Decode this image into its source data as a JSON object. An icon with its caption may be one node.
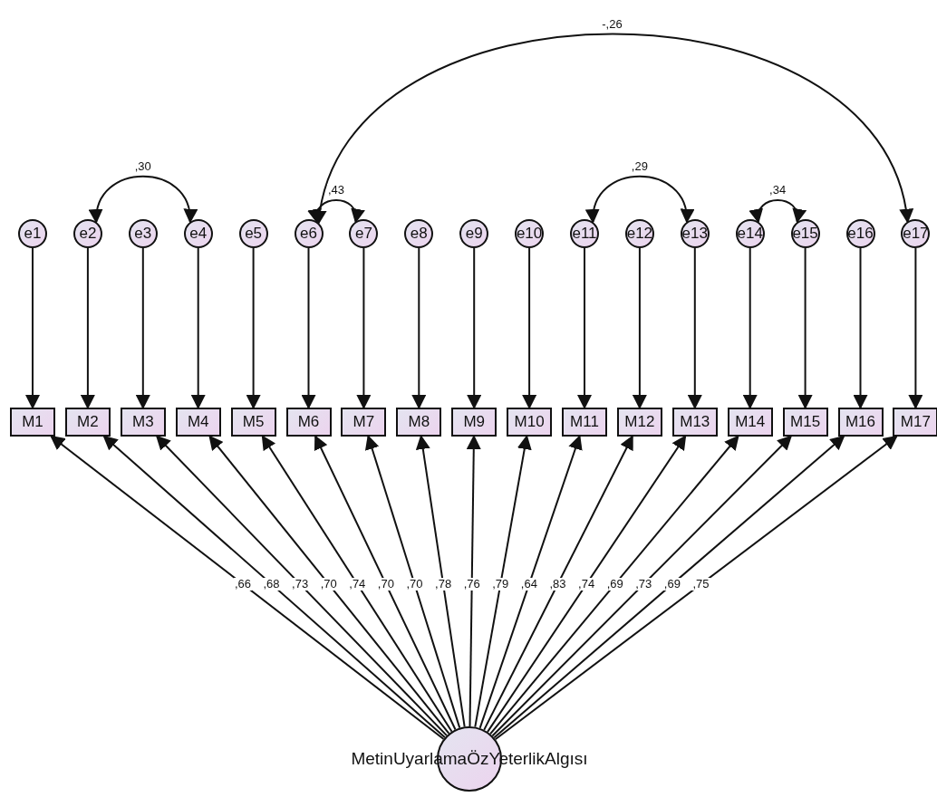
{
  "diagram": {
    "nodes": [
      {
        "text": [
          "e1"
        ]
      },
      {
        "text": [
          "e2"
        ]
      },
      {
        "text": [
          "e3"
        ]
      },
      {
        "text": [
          "e4"
        ]
      },
      {
        "text": [
          "e5"
        ]
      },
      {
        "text": [
          "e6"
        ]
      },
      {
        "text": [
          "e7"
        ]
      },
      {
        "text": [
          "e8"
        ]
      },
      {
        "text": [
          "e9"
        ]
      },
      {
        "text": [
          "e10"
        ]
      },
      {
        "text": [
          "e11"
        ]
      },
      {
        "text": [
          "e12"
        ]
      },
      {
        "text": [
          "e13"
        ]
      },
      {
        "text": [
          "e14"
        ]
      },
      {
        "text": [
          "e15"
        ]
      },
      {
        "text": [
          "e16"
        ]
      },
      {
        "text": [
          "e17"
        ]
      },
      {
        "text": [
          "M1"
        ]
      },
      {
        "text": [
          "M2"
        ]
      },
      {
        "text": [
          "M3"
        ]
      },
      {
        "text": [
          "M4"
        ]
      },
      {
        "text": [
          "M5"
        ]
      },
      {
        "text": [
          "M6"
        ]
      },
      {
        "text": [
          "M7"
        ]
      },
      {
        "text": [
          "M8"
        ]
      },
      {
        "text": [
          "M9"
        ]
      },
      {
        "text": [
          "M10"
        ]
      },
      {
        "text": [
          "M11"
        ]
      },
      {
        "text": [
          "M12"
        ]
      },
      {
        "text": [
          "M13"
        ]
      },
      {
        "text": [
          "M14"
        ]
      },
      {
        "text": [
          "M15"
        ]
      },
      {
        "text": [
          "M16"
        ]
      },
      {
        "text": [
          "M17"
        ]
      },
      {
        "text": [
          "MetinUyarlamaÖzYeterlikAlgısı"
        ]
      }
    ],
    "edges": [
      {
        "from": 0,
        "to": 17,
        "arrow": "to"
      },
      {
        "from": 1,
        "to": 18,
        "arrow": "to"
      },
      {
        "from": 2,
        "to": 19,
        "arrow": "to"
      },
      {
        "from": 3,
        "to": 20,
        "arrow": "to"
      },
      {
        "from": 4,
        "to": 21,
        "arrow": "to"
      },
      {
        "from": 5,
        "to": 22,
        "arrow": "to"
      },
      {
        "from": 6,
        "to": 23,
        "arrow": "to"
      },
      {
        "from": 7,
        "to": 24,
        "arrow": "to"
      },
      {
        "from": 8,
        "to": 25,
        "arrow": "to"
      },
      {
        "from": 9,
        "to": 26,
        "arrow": "to"
      },
      {
        "from": 10,
        "to": 27,
        "arrow": "to"
      },
      {
        "from": 11,
        "to": 28,
        "arrow": "to"
      },
      {
        "from": 12,
        "to": 29,
        "arrow": "to"
      },
      {
        "from": 13,
        "to": 30,
        "arrow": "to"
      },
      {
        "from": 14,
        "to": 31,
        "arrow": "to"
      },
      {
        "from": 15,
        "to": 32,
        "arrow": "to"
      },
      {
        "from": 16,
        "to": 33,
        "arrow": "to"
      },
      {
        "from": 34,
        "to": 17,
        "arrow": "to",
        "label": ",66"
      },
      {
        "from": 34,
        "to": 18,
        "arrow": "to",
        "label": ",68"
      },
      {
        "from": 34,
        "to": 19,
        "arrow": "to",
        "label": ",73"
      },
      {
        "from": 34,
        "to": 20,
        "arrow": "to",
        "label": ",70"
      },
      {
        "from": 34,
        "to": 21,
        "arrow": "to",
        "label": ",74"
      },
      {
        "from": 34,
        "to": 22,
        "arrow": "to",
        "label": ",70"
      },
      {
        "from": 34,
        "to": 23,
        "arrow": "to",
        "label": ",70"
      },
      {
        "from": 34,
        "to": 24,
        "arrow": "to",
        "label": ",78"
      },
      {
        "from": 34,
        "to": 25,
        "arrow": "to",
        "label": ",76"
      },
      {
        "from": 34,
        "to": 26,
        "arrow": "to",
        "label": ",79"
      },
      {
        "from": 34,
        "to": 27,
        "arrow": "to",
        "label": ",64"
      },
      {
        "from": 34,
        "to": 28,
        "arrow": "to",
        "label": ",83"
      },
      {
        "from": 34,
        "to": 29,
        "arrow": "to",
        "label": ",74"
      },
      {
        "from": 34,
        "to": 30,
        "arrow": "to",
        "label": ",69"
      },
      {
        "from": 34,
        "to": 31,
        "arrow": "to",
        "label": ",73"
      },
      {
        "from": 34,
        "to": 32,
        "arrow": "to",
        "label": ",69"
      },
      {
        "from": 34,
        "to": 33,
        "arrow": "to",
        "label": ",75"
      },
      {
        "from": 1,
        "to": 3,
        "arrow": "both",
        "label": ",30"
      },
      {
        "from": 5,
        "to": 6,
        "arrow": "both",
        "label": ",43"
      },
      {
        "from": 10,
        "to": 12,
        "arrow": "both",
        "label": ",29"
      },
      {
        "from": 13,
        "to": 14,
        "arrow": "both",
        "label": ",34"
      },
      {
        "from": 5,
        "to": 16,
        "arrow": "both",
        "label": "-,26"
      }
    ]
  }
}
